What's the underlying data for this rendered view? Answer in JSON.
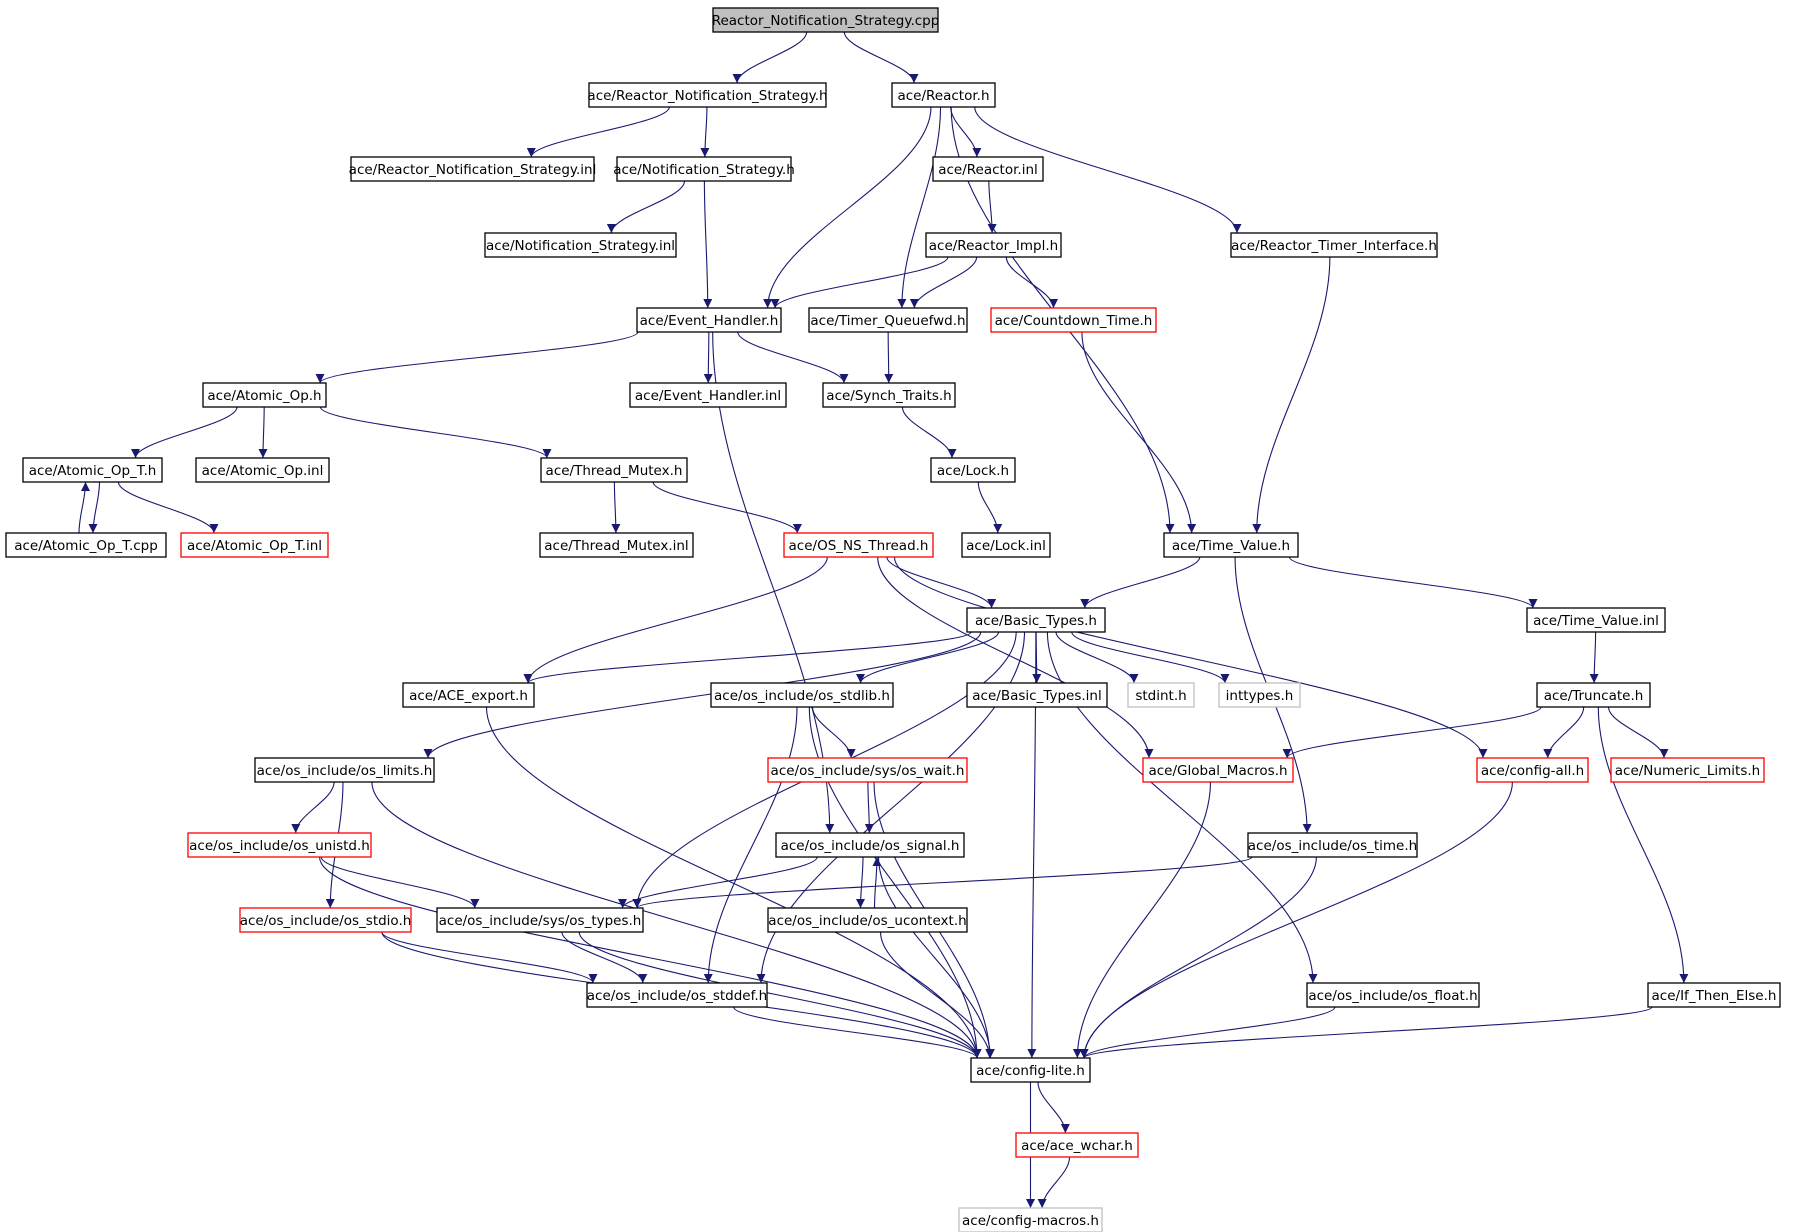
{
  "graph": {
    "colors": {
      "edge": "#191970",
      "root_fill": "#bfbfbf",
      "normal_border": "#000000",
      "truncated_border": "#ff0000",
      "external_border": "#bfbfbf",
      "external_text": "#7f7f7f"
    },
    "nodes": [
      {
        "id": "root",
        "label": "Reactor_Notification_Strategy.cpp",
        "style": "root"
      },
      {
        "id": "rns_h",
        "label": "ace/Reactor_Notification_Strategy.h",
        "style": "normal"
      },
      {
        "id": "reactor_h",
        "label": "ace/Reactor.h",
        "style": "normal"
      },
      {
        "id": "rns_inl",
        "label": "ace/Reactor_Notification_Strategy.inl",
        "style": "normal"
      },
      {
        "id": "ns_h",
        "label": "ace/Notification_Strategy.h",
        "style": "normal"
      },
      {
        "id": "reactor_inl",
        "label": "ace/Reactor.inl",
        "style": "normal"
      },
      {
        "id": "ns_inl",
        "label": "ace/Notification_Strategy.inl",
        "style": "normal"
      },
      {
        "id": "reactor_impl",
        "label": "ace/Reactor_Impl.h",
        "style": "normal"
      },
      {
        "id": "rti_h",
        "label": "ace/Reactor_Timer_Interface.h",
        "style": "normal"
      },
      {
        "id": "eh_h",
        "label": "ace/Event_Handler.h",
        "style": "normal"
      },
      {
        "id": "tqfwd",
        "label": "ace/Timer_Queuefwd.h",
        "style": "normal"
      },
      {
        "id": "countdown",
        "label": "ace/Countdown_Time.h",
        "style": "truncated"
      },
      {
        "id": "atomic_op",
        "label": "ace/Atomic_Op.h",
        "style": "normal"
      },
      {
        "id": "eh_inl",
        "label": "ace/Event_Handler.inl",
        "style": "normal"
      },
      {
        "id": "synch_traits",
        "label": "ace/Synch_Traits.h",
        "style": "normal"
      },
      {
        "id": "atomic_op_t_h",
        "label": "ace/Atomic_Op_T.h",
        "style": "normal"
      },
      {
        "id": "atomic_op_inl",
        "label": "ace/Atomic_Op.inl",
        "style": "normal"
      },
      {
        "id": "thread_mutex_h",
        "label": "ace/Thread_Mutex.h",
        "style": "normal"
      },
      {
        "id": "lock_h",
        "label": "ace/Lock.h",
        "style": "normal"
      },
      {
        "id": "atomic_op_t_cpp",
        "label": "ace/Atomic_Op_T.cpp",
        "style": "normal"
      },
      {
        "id": "atomic_op_t_inl",
        "label": "ace/Atomic_Op_T.inl",
        "style": "truncated"
      },
      {
        "id": "thread_mutex_inl",
        "label": "ace/Thread_Mutex.inl",
        "style": "normal"
      },
      {
        "id": "os_ns_thread",
        "label": "ace/OS_NS_Thread.h",
        "style": "truncated"
      },
      {
        "id": "lock_inl",
        "label": "ace/Lock.inl",
        "style": "normal"
      },
      {
        "id": "time_value_h",
        "label": "ace/Time_Value.h",
        "style": "normal"
      },
      {
        "id": "basic_types_h",
        "label": "ace/Basic_Types.h",
        "style": "normal"
      },
      {
        "id": "time_value_inl",
        "label": "ace/Time_Value.inl",
        "style": "normal"
      },
      {
        "id": "ace_export",
        "label": "ace/ACE_export.h",
        "style": "normal"
      },
      {
        "id": "os_stdlib",
        "label": "ace/os_include/os_stdlib.h",
        "style": "normal"
      },
      {
        "id": "basic_types_inl",
        "label": "ace/Basic_Types.inl",
        "style": "normal"
      },
      {
        "id": "stdint",
        "label": "stdint.h",
        "style": "external"
      },
      {
        "id": "inttypes",
        "label": "inttypes.h",
        "style": "external"
      },
      {
        "id": "truncate",
        "label": "ace/Truncate.h",
        "style": "normal"
      },
      {
        "id": "os_limits",
        "label": "ace/os_include/os_limits.h",
        "style": "normal"
      },
      {
        "id": "os_wait",
        "label": "ace/os_include/sys/os_wait.h",
        "style": "truncated"
      },
      {
        "id": "global_macros",
        "label": "ace/Global_Macros.h",
        "style": "truncated"
      },
      {
        "id": "config_all",
        "label": "ace/config-all.h",
        "style": "truncated"
      },
      {
        "id": "numeric_limits",
        "label": "ace/Numeric_Limits.h",
        "style": "truncated"
      },
      {
        "id": "os_unistd",
        "label": "ace/os_include/os_unistd.h",
        "style": "truncated"
      },
      {
        "id": "os_signal",
        "label": "ace/os_include/os_signal.h",
        "style": "normal"
      },
      {
        "id": "os_time",
        "label": "ace/os_include/os_time.h",
        "style": "normal"
      },
      {
        "id": "os_stdio",
        "label": "ace/os_include/os_stdio.h",
        "style": "truncated"
      },
      {
        "id": "os_types",
        "label": "ace/os_include/sys/os_types.h",
        "style": "normal"
      },
      {
        "id": "os_ucontext",
        "label": "ace/os_include/os_ucontext.h",
        "style": "normal"
      },
      {
        "id": "os_stddef",
        "label": "ace/os_include/os_stddef.h",
        "style": "normal"
      },
      {
        "id": "os_float",
        "label": "ace/os_include/os_float.h",
        "style": "normal"
      },
      {
        "id": "if_then_else",
        "label": "ace/If_Then_Else.h",
        "style": "normal"
      },
      {
        "id": "config_lite",
        "label": "ace/config-lite.h",
        "style": "normal"
      },
      {
        "id": "ace_wchar",
        "label": "ace/ace_wchar.h",
        "style": "truncated"
      },
      {
        "id": "config_macros",
        "label": "ace/config-macros.h",
        "style": "external"
      }
    ],
    "edges": [
      [
        "root",
        "rns_h"
      ],
      [
        "root",
        "reactor_h"
      ],
      [
        "rns_h",
        "rns_inl"
      ],
      [
        "rns_h",
        "ns_h"
      ],
      [
        "ns_h",
        "ns_inl"
      ],
      [
        "ns_h",
        "eh_h"
      ],
      [
        "reactor_h",
        "reactor_inl"
      ],
      [
        "reactor_h",
        "eh_h"
      ],
      [
        "reactor_h",
        "tqfwd"
      ],
      [
        "reactor_h",
        "time_value_h"
      ],
      [
        "reactor_h",
        "rti_h"
      ],
      [
        "reactor_inl",
        "reactor_impl"
      ],
      [
        "reactor_impl",
        "eh_h"
      ],
      [
        "reactor_impl",
        "tqfwd"
      ],
      [
        "reactor_impl",
        "countdown"
      ],
      [
        "rti_h",
        "time_value_h"
      ],
      [
        "countdown",
        "time_value_h"
      ],
      [
        "eh_h",
        "atomic_op"
      ],
      [
        "eh_h",
        "eh_inl"
      ],
      [
        "eh_h",
        "synch_traits"
      ],
      [
        "eh_h",
        "os_signal"
      ],
      [
        "tqfwd",
        "synch_traits"
      ],
      [
        "synch_traits",
        "lock_h"
      ],
      [
        "lock_h",
        "lock_inl"
      ],
      [
        "atomic_op",
        "atomic_op_t_h"
      ],
      [
        "atomic_op",
        "atomic_op_inl"
      ],
      [
        "atomic_op",
        "thread_mutex_h"
      ],
      [
        "atomic_op_t_h",
        "atomic_op_t_cpp"
      ],
      [
        "atomic_op_t_cpp",
        "atomic_op_t_h"
      ],
      [
        "atomic_op_t_h",
        "atomic_op_t_inl"
      ],
      [
        "thread_mutex_h",
        "thread_mutex_inl"
      ],
      [
        "thread_mutex_h",
        "os_ns_thread"
      ],
      [
        "os_ns_thread",
        "basic_types_h"
      ],
      [
        "os_ns_thread",
        "ace_export"
      ],
      [
        "os_ns_thread",
        "global_macros"
      ],
      [
        "os_ns_thread",
        "config_all"
      ],
      [
        "time_value_h",
        "basic_types_h"
      ],
      [
        "time_value_h",
        "time_value_inl"
      ],
      [
        "time_value_h",
        "os_time"
      ],
      [
        "time_value_inl",
        "truncate"
      ],
      [
        "truncate",
        "global_macros"
      ],
      [
        "truncate",
        "config_all"
      ],
      [
        "truncate",
        "numeric_limits"
      ],
      [
        "truncate",
        "if_then_else"
      ],
      [
        "basic_types_h",
        "ace_export"
      ],
      [
        "basic_types_h",
        "os_stdlib"
      ],
      [
        "basic_types_h",
        "basic_types_inl"
      ],
      [
        "basic_types_h",
        "stdint"
      ],
      [
        "basic_types_h",
        "inttypes"
      ],
      [
        "basic_types_h",
        "os_limits"
      ],
      [
        "basic_types_h",
        "os_types"
      ],
      [
        "basic_types_h",
        "os_stddef"
      ],
      [
        "basic_types_h",
        "os_float"
      ],
      [
        "basic_types_h",
        "config_lite"
      ],
      [
        "ace_export",
        "config_lite"
      ],
      [
        "os_stdlib",
        "os_wait"
      ],
      [
        "os_stdlib",
        "os_stddef"
      ],
      [
        "os_stdlib",
        "config_lite"
      ],
      [
        "os_wait",
        "os_signal"
      ],
      [
        "os_wait",
        "config_lite"
      ],
      [
        "os_limits",
        "os_unistd"
      ],
      [
        "os_limits",
        "os_stdio"
      ],
      [
        "os_limits",
        "config_lite"
      ],
      [
        "os_unistd",
        "os_types"
      ],
      [
        "os_unistd",
        "config_lite"
      ],
      [
        "os_signal",
        "os_types"
      ],
      [
        "os_signal",
        "os_ucontext"
      ],
      [
        "os_signal",
        "config_lite"
      ],
      [
        "os_ucontext",
        "os_signal"
      ],
      [
        "os_ucontext",
        "config_lite"
      ],
      [
        "os_time",
        "os_types"
      ],
      [
        "os_time",
        "config_lite"
      ],
      [
        "os_stdio",
        "os_stddef"
      ],
      [
        "os_stdio",
        "config_lite"
      ],
      [
        "os_types",
        "os_stddef"
      ],
      [
        "os_types",
        "config_lite"
      ],
      [
        "os_stddef",
        "config_lite"
      ],
      [
        "os_float",
        "config_lite"
      ],
      [
        "if_then_else",
        "config_lite"
      ],
      [
        "global_macros",
        "config_lite"
      ],
      [
        "config_all",
        "config_lite"
      ],
      [
        "config_lite",
        "ace_wchar"
      ],
      [
        "config_lite",
        "config_macros"
      ],
      [
        "ace_wchar",
        "config_macros"
      ]
    ]
  }
}
